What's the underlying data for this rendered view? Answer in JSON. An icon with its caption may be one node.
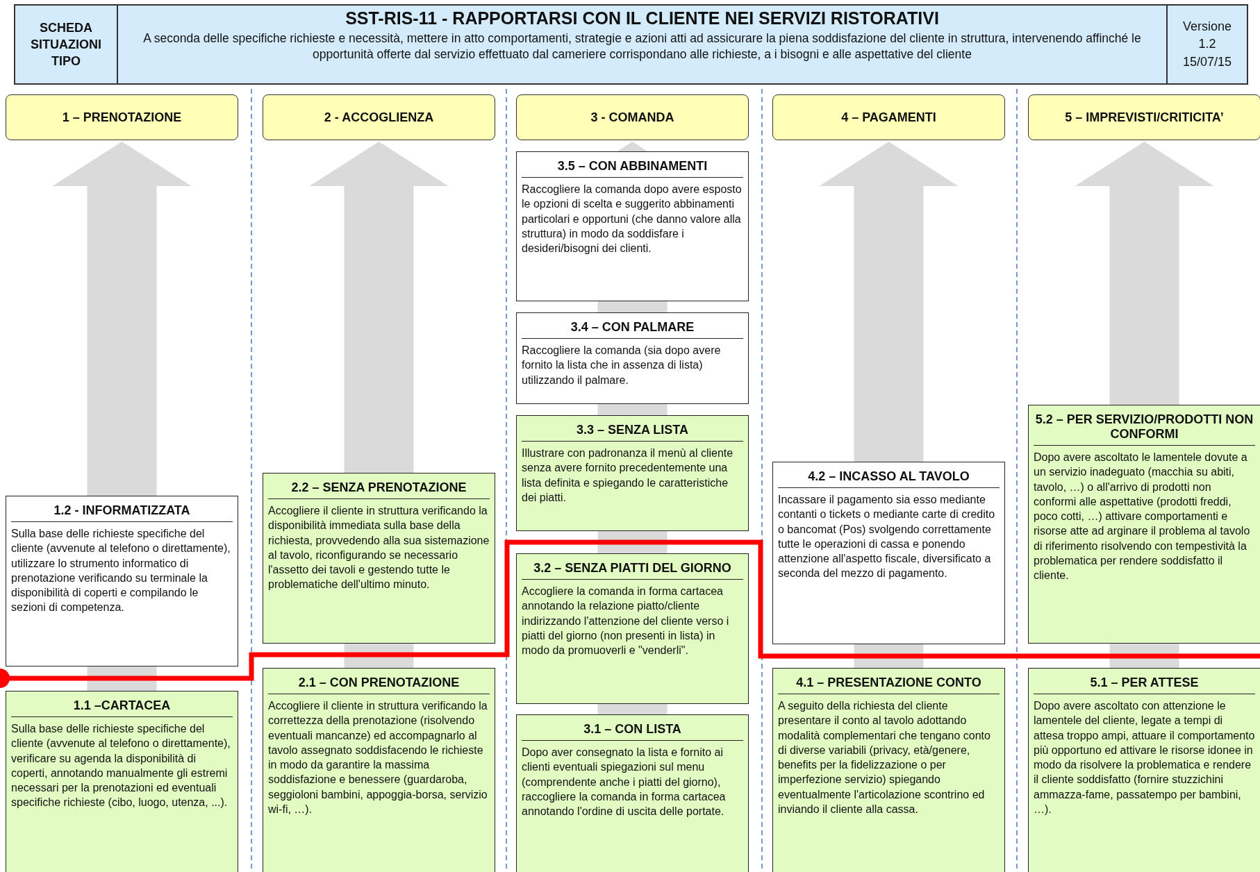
{
  "diagram": {
    "title": "SST-RIS-11  -  RAPPORTARSI CON IL CLIENTE NEI SERVIZI RISTORATIVI",
    "nodes": [
      {
        "text": [
          "1 – PRENOTAZIONE"
        ]
      },
      {
        "text": [
          "2 - ACCOGLIENZA"
        ]
      },
      {
        "text": [
          "3 - COMANDA"
        ]
      },
      {
        "text": [
          "4 – PAGAMENTI"
        ]
      },
      {
        "text": [
          "5 – IMPREVISTI/CRITICITA’"
        ]
      },
      {
        "text": [
          "1.2 - INFORMATIZZATA",
          "Sulla base delle richieste specifiche del cliente (avvenute al telefono o direttamente), utilizzare lo strumento informatico di prenotazione verificando su terminale la disponibilità di coperti e compilando le sezioni di competenza."
        ]
      },
      {
        "text": [
          "1.1 –CARTACEA",
          "Sulla base delle richieste specifiche del cliente (avvenute al telefono o direttamente), verificare su agenda la disponibilità di coperti, annotando manualmente gli estremi necessari per la prenotazioni ed eventuali specifiche richieste (cibo, luogo, utenza, ...)."
        ]
      },
      {
        "text": [
          "2.2 – SENZA PRENOTAZIONE",
          "Accogliere il cliente in struttura verificando la disponibilità immediata sulla base della richiesta, provvedendo alla sua sistemazione al tavolo, riconfigurando se necessario l'assetto dei tavoli e gestendo tutte le problematiche dell'ultimo minuto."
        ]
      },
      {
        "text": [
          "2.1 – CON PRENOTAZIONE",
          "Accogliere il cliente in struttura verificando la correttezza della prenotazione (risolvendo eventuali mancanze) ed accompagnarlo al tavolo assegnato soddisfacendo le richieste in modo da garantire la massima soddisfazione e benessere (guardaroba, seggioloni bambini, appoggia-borsa, servizio wi-fi, …)."
        ]
      },
      {
        "text": [
          "3.5 – CON ABBINAMENTI",
          "Raccogliere la comanda dopo avere esposto le opzioni di scelta e suggerito abbinamenti particolari e opportuni (che danno valore alla struttura) in modo da soddisfare i desideri/bisogni dei clienti."
        ]
      },
      {
        "text": [
          "3.4 – CON PALMARE",
          "Raccogliere la comanda (sia dopo avere fornito la lista che in assenza di lista) utilizzando il palmare."
        ]
      },
      {
        "text": [
          "3.3 – SENZA LISTA",
          "Illustrare con padronanza il menù al cliente senza avere fornito precedentemente una lista definita e spiegando le caratteristiche dei piatti."
        ]
      },
      {
        "text": [
          "3.2 – SENZA PIATTI DEL GIORNO",
          "Accogliere la comanda in forma cartacea annotando la relazione piatto/cliente indirizzando l'attenzione del cliente verso i piatti del giorno (non presenti in lista) in modo da promuoverli e \"venderli\"."
        ]
      },
      {
        "text": [
          "3.1 – CON LISTA",
          "Dopo aver consegnato la lista e fornito ai clienti eventuali spiegazioni sul menu (comprendente anche i piatti del giorno), raccogliere la comanda in forma cartacea annotando l'ordine di uscita delle portate."
        ]
      },
      {
        "text": [
          "4.2 – INCASSO AL TAVOLO",
          "Incassare il pagamento sia esso mediante contanti o tickets o mediante carte di credito o bancomat (Pos) svolgendo correttamente tutte le operazioni di cassa e ponendo attenzione all'aspetto fiscale, diversificato a seconda del mezzo di pagamento."
        ]
      },
      {
        "text": [
          "4.1 – PRESENTAZIONE CONTO",
          "A seguito della richiesta del cliente presentare il conto al tavolo adottando modalità complementari che tengano conto di diverse variabili (privacy, età/genere, benefits per la fidelizzazione o per imperfezione servizio) spiegando eventualmente l'articolazione scontrino ed inviando il cliente alla cassa."
        ]
      },
      {
        "text": [
          "5.2 – PER SERVIZIO/PRODOTTI NON CONFORMI",
          "Dopo avere ascoltato le lamentele dovute a un servizio inadeguato (macchia su abiti, tavolo, …) o all'arrivo di prodotti non conformi alle aspettative (prodotti freddi, poco cotti, …) attivare comportamenti e risorse atte ad arginare il problema al tavolo di riferimento risolvendo con tempestività la problematica per rendere soddisfatto il cliente."
        ]
      },
      {
        "text": [
          "5.1 – PER ATTESE",
          "Dopo avere ascoltato con attenzione le lamentele del cliente, legate a tempi di attesa troppo ampi, attuare il comportamento più opportuno ed attivare le risorse idonee in modo da risolvere la problematica e rendere il cliente soddisfatto (fornire stuzzichini ammazza-fame, passatempo per bambini, …)."
        ]
      }
    ],
    "labels": [
      "SCHEDA SITUAZIONI TIPO",
      "A seconda delle specifiche richieste e necessità, mettere in atto comportamenti, strategie e azioni atti ad assicurare la piena  soddisfazione del cliente in struttura, intervenendo affinché le opportunità offerte dal servizio effettuato dal cameriere corrispondano alle richieste, a i bisogni e alle aspettative del cliente",
      "Versione",
      "1.2",
      "15/07/15"
    ]
  }
}
